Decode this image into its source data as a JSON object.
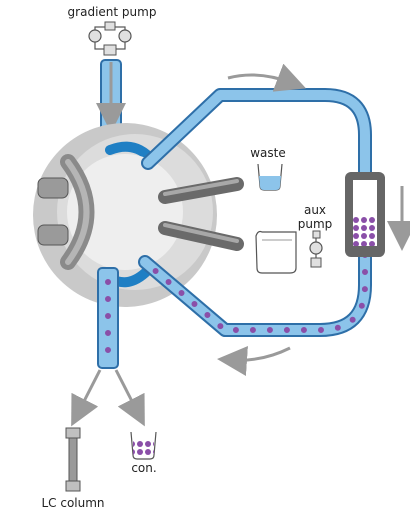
{
  "labels": {
    "gradient_pump": "gradient pump",
    "waste": "waste",
    "aux_pump_line1": "aux",
    "aux_pump_line2": "pump",
    "lc_column": "LC column",
    "concentrate": "con."
  },
  "colors": {
    "tube_fill": "#8cc4ea",
    "tube_outline": "#2e6fa8",
    "valve_outer": "#c9c9c9",
    "valve_ring": "#dcdcdc",
    "valve_center": "#eeeeee",
    "channel": "#1f7fc4",
    "bead": "#8a4fa8",
    "rod": "#7a7a7a",
    "arrow": "#9a9a9a",
    "trap_frame": "#666666"
  },
  "icons": {
    "pump": "pump-icon",
    "beaker": "beaker-icon",
    "column": "column-icon",
    "trap": "trap-column-icon"
  }
}
